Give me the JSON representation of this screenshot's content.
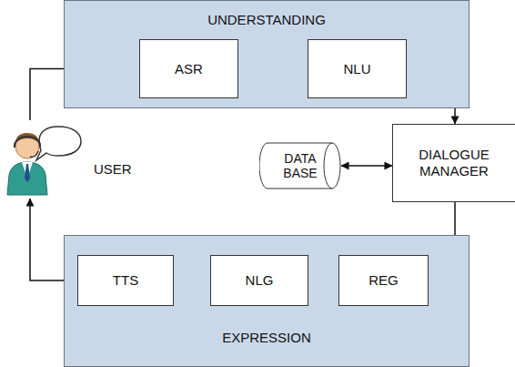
{
  "diagram": {
    "nodes": [
      {
        "text": [
          "UNDERSTANDING"
        ]
      },
      {
        "text": [
          "ASR"
        ],
        "in": 0
      },
      {
        "text": [
          "NLU"
        ],
        "in": 0
      },
      {
        "text": [
          "USER"
        ]
      },
      {
        "text": [
          "DATA BASE"
        ]
      },
      {
        "text": [
          "DIALOGUE MANAGER"
        ]
      },
      {
        "text": [
          "EXPRESSION"
        ]
      },
      {
        "text": [
          "TTS"
        ],
        "in": 6
      },
      {
        "text": [
          "NLG"
        ],
        "in": 6
      },
      {
        "text": [
          "REG"
        ],
        "in": 6
      }
    ],
    "edges": [
      {
        "from": 3,
        "to": 1,
        "arrow": "to"
      },
      {
        "from": 1,
        "to": 2,
        "arrow": "to"
      },
      {
        "from": 2,
        "to": 5,
        "arrow": "to"
      },
      {
        "from": 4,
        "to": 5,
        "arrow": "both"
      },
      {
        "from": 5,
        "to": 9,
        "arrow": "to"
      },
      {
        "from": 9,
        "to": 8,
        "arrow": "to"
      },
      {
        "from": 8,
        "to": 7,
        "arrow": "to"
      },
      {
        "from": 7,
        "to": 3,
        "arrow": "to"
      }
    ]
  }
}
